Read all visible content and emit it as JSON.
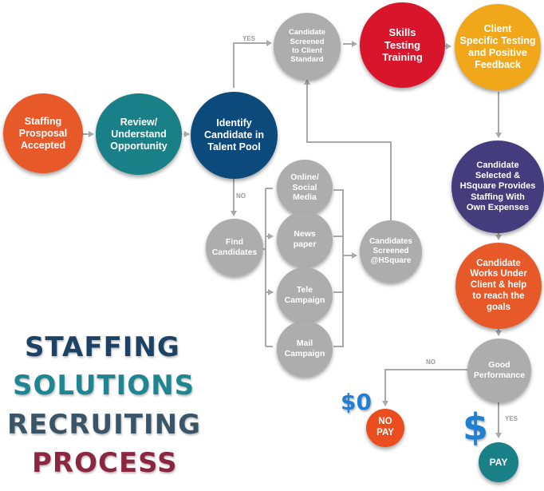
{
  "colors": {
    "orange": "#e8592a",
    "teal": "#1a8088",
    "navy": "#0d4a7c",
    "red": "#d8152b",
    "yellow": "#f0a81a",
    "purple": "#453c7e",
    "gray": "#adadad",
    "line": "#a9a9a9",
    "title_navy": "#1c4266",
    "title_teal": "#1f8593",
    "title_slate": "#3a5568",
    "title_maroon": "#8b2740",
    "dollar_blue": "#1f7fd0"
  },
  "nodes": {
    "staffing_proposal": "Staffing\nProsposal\nAccepted",
    "review": "Review/\nUnderstand\nOpportunity",
    "identify": "Identify\nCandidate in\nTalent Pool",
    "screened_client": "Candidate\nScreened\nto Client\nStandard",
    "skills": "Skills\nTesting\nTraining",
    "client_specific": "Client\nSpecific Testing\nand Positive\nFeedback",
    "find": "Find\nCandidates",
    "online": "Online/\nSocial\nMedia",
    "newspaper": "News\npaper",
    "tele": "Tele\nCampaign",
    "mail": "Mail\nCampaign",
    "screened_hsquare": "Candidates\nScreened\n@HSquare",
    "selected": "Candidate\nSelected &\nHSquare Provides\nStaffing With\nOwn Expenses",
    "works": "Candidate\nWorks Under\nClient & help\nto reach the\ngoals",
    "good": "Good\nPerformance",
    "no_pay": "NO\nPAY",
    "pay": "PAY"
  },
  "edge_labels": {
    "yes_top": "YES",
    "no_left": "NO",
    "no_perf": "NO",
    "yes_perf": "YES"
  },
  "icons": {
    "zero_dollar": "$0",
    "dollar_sign": "$"
  },
  "title": {
    "line1": "STAFFING",
    "line2": "SOLUTIONS",
    "line3": "RECRUITING",
    "line4": "PROCESS"
  }
}
